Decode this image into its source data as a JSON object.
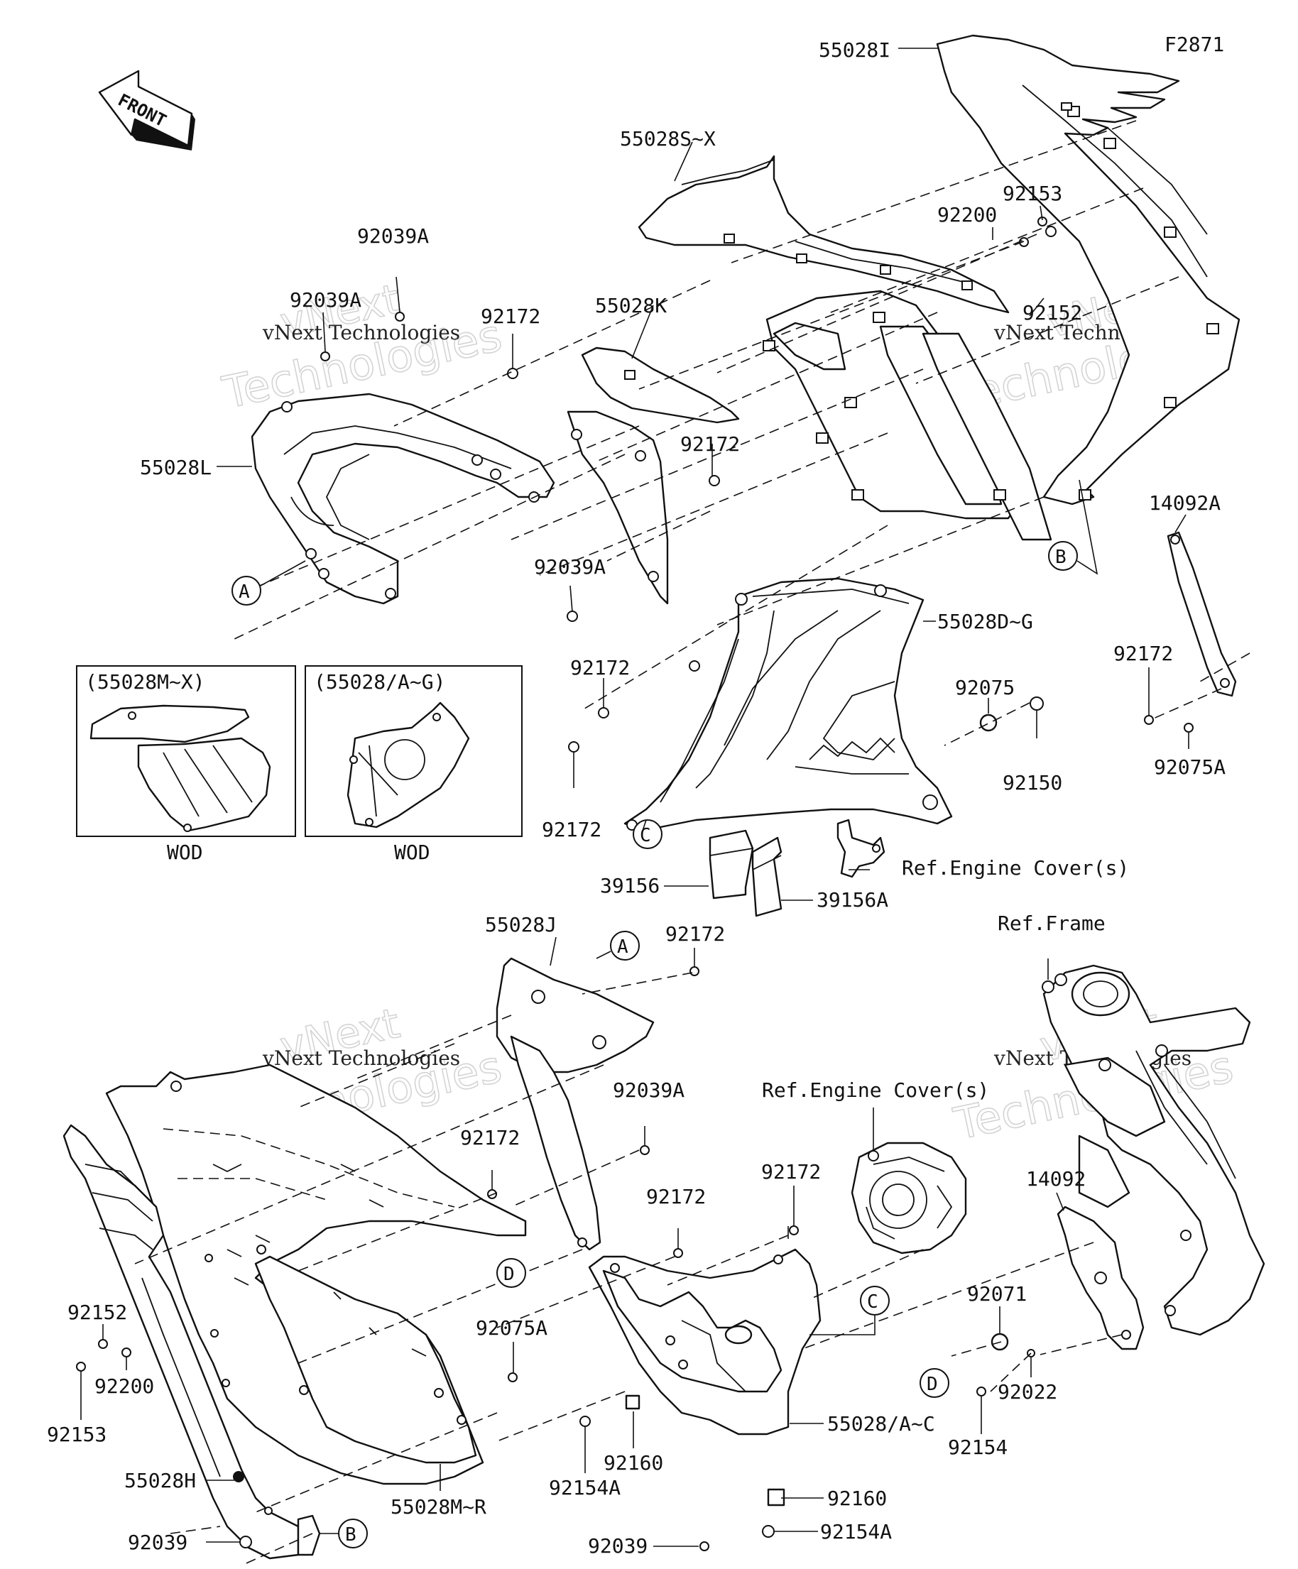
{
  "diagram": {
    "figure_code": "F2871",
    "front_label": "FRONT",
    "watermark": {
      "line1": "vNext",
      "line2": "Technologies",
      "caption": "vNext Technologies"
    },
    "inset_boxes": [
      {
        "title": "(55028M~X)",
        "footer": "WOD"
      },
      {
        "title": "(55028/A~G)",
        "footer": "WOD"
      }
    ],
    "callouts": {
      "A": "A",
      "B": "B",
      "C": "C",
      "D": "D"
    },
    "references": {
      "engine_cover_upper": "Ref.Engine Cover(s)",
      "engine_cover_lower": "Ref.Engine Cover(s)",
      "frame": "Ref.Frame"
    },
    "part_labels": [
      "55028I",
      "55028S~X",
      "92153",
      "92200",
      "92152",
      "92039A",
      "92039A",
      "92172",
      "55028K",
      "55028L",
      "92172",
      "14092A",
      "92039A",
      "55028D~G",
      "92172",
      "92172",
      "92075",
      "92150",
      "92075A",
      "92172",
      "39156",
      "39156A",
      "55028J",
      "92172",
      "92039A",
      "92172",
      "92172",
      "92172",
      "14092",
      "92075A",
      "92152",
      "92200",
      "92153",
      "55028H",
      "92039",
      "55028M~R",
      "92154A",
      "92160",
      "92039",
      "55028/A~C",
      "92160",
      "92154A",
      "92071",
      "92022",
      "92154",
      "92172"
    ]
  }
}
